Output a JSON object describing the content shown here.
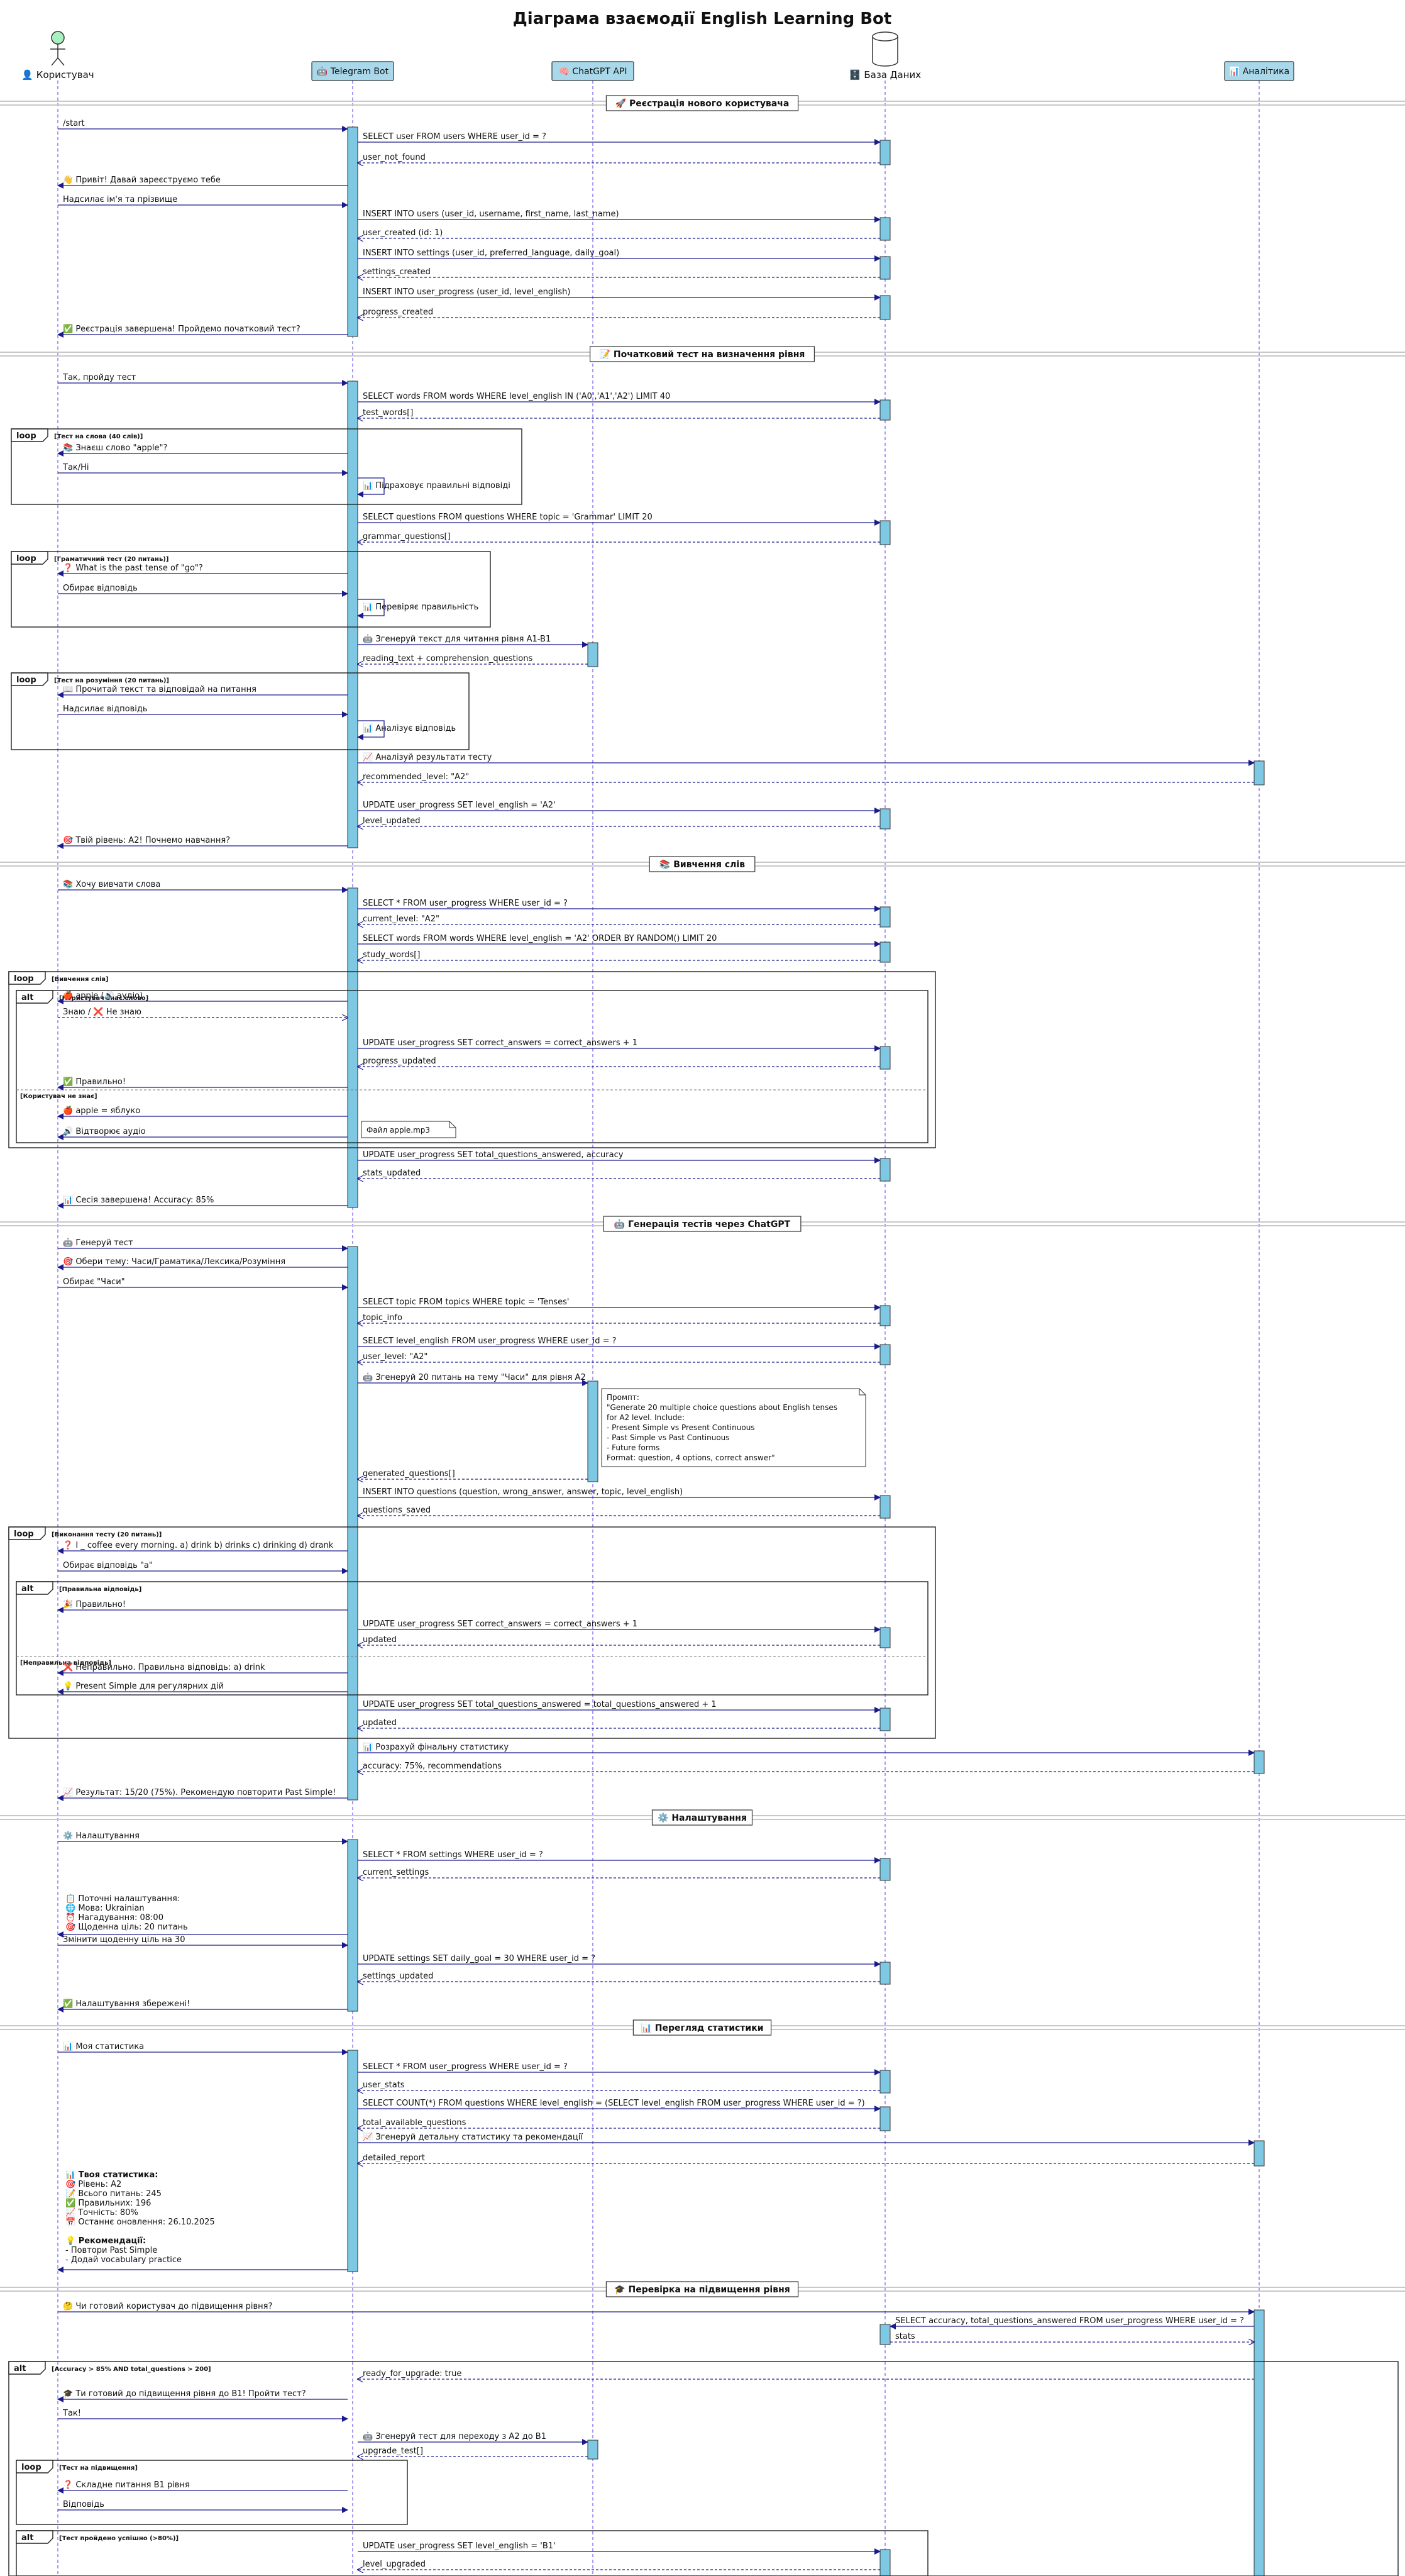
{
  "title": "Діаграма взаємодії English Learning Bot",
  "participants": [
    {
      "id": "user",
      "label": "Користувач",
      "icon": "👤",
      "kind": "actor"
    },
    {
      "id": "bot",
      "label": "Telegram Bot",
      "icon": "🤖",
      "kind": "box"
    },
    {
      "id": "gpt",
      "label": "ChatGPT API",
      "icon": "🧠",
      "kind": "box"
    },
    {
      "id": "db",
      "label": "База Даних",
      "icon": "🗄️",
      "kind": "database"
    },
    {
      "id": "an",
      "label": "Аналітика",
      "icon": "📊",
      "kind": "box"
    }
  ],
  "colors": {
    "arrow": "#1a1a8c",
    "lifeline": "#7b68ee",
    "activation": "#7ec8e3",
    "participant_fill": "#a8d8ea",
    "actor_fill": "#a8f0c0",
    "divider": "#c8c8c8"
  },
  "sections": [
    "🚀 Реєстрація нового користувача",
    "📝 Початковий тест на визначення рівня",
    "📚 Вивчення слів",
    "🤖 Генерація тестів через ChatGPT",
    "⚙️ Налаштування",
    "📊 Перегляд статистики",
    "🎓 Перевірка на підвищення рівня"
  ],
  "messages": [
    "/start",
    "SELECT user FROM users WHERE user_id = ?",
    "user_not_found",
    "👋 Привіт! Давай зареєструємо тебе",
    "Надсилає ім'я та прізвище",
    "INSERT INTO users (user_id, username, first_name, last_name)",
    "user_created (id: 1)",
    "INSERT INTO settings (user_id, preferred_language, daily_goal)",
    "settings_created",
    "INSERT INTO user_progress (user_id, level_english)",
    "progress_created",
    "✅ Реєстрація завершена! Пройдемо початковий тест?",
    "Так, пройду тест",
    "SELECT words FROM words WHERE level_english IN ('A0','A1','A2') LIMIT 40",
    "test_words[]",
    "📚 Знаєш слово \"apple\"?",
    "Так/Ні",
    "📊 Підраховує правильні відповіді",
    "SELECT questions FROM questions WHERE topic = 'Grammar' LIMIT 20",
    "grammar_questions[]",
    "❓ What is the past tense of \"go\"?",
    "Обирає відповідь",
    "📊 Перевіряє правильність",
    "🤖 Згенеруй текст для читання рівня A1-B1",
    "reading_text + comprehension_questions",
    "📖 Прочитай текст та відповідай на питання",
    "Надсилає відповідь",
    "📊 Аналізує відповідь",
    "📈 Аналізуй результати тесту",
    "recommended_level: \"A2\"",
    "UPDATE user_progress SET level_english = 'A2'",
    "level_updated",
    "🎯 Твій рівень: A2! Почнемо навчання?",
    "📚 Хочу вивчати слова",
    "SELECT * FROM user_progress WHERE user_id = ?",
    "current_level: \"A2\"",
    "SELECT words FROM words WHERE level_english = 'A2' ORDER BY RANDOM() LIMIT 20",
    "study_words[]",
    "🍎 apple (🔊 аудіо)",
    "Знаю / ❌ Не знаю",
    "UPDATE user_progress SET correct_answers = correct_answers + 1",
    "progress_updated",
    "✅ Правильно!",
    "🍎 apple = яблуко",
    "🔊 Відтворює аудіо",
    "UPDATE user_progress SET total_questions_answered, accuracy",
    "stats_updated",
    "📊 Сесія завершена! Accuracy: 85%",
    "🤖 Генеруй тест",
    "🎯 Обери тему: Часи/Граматика/Лексика/Розуміння",
    "Обирає \"Часи\"",
    "SELECT topic FROM topics WHERE topic = 'Tenses'",
    "topic_info",
    "SELECT level_english FROM user_progress WHERE user_id = ?",
    "user_level: \"A2\"",
    "🤖 Згенеруй 20 питань на тему \"Часи\" для рівня A2",
    "generated_questions[]",
    "INSERT INTO questions (question, wrong_answer, answer, topic, level_english)",
    "questions_saved",
    "❓ I _ coffee every morning. a) drink b) drinks c) drinking d) drank",
    "Обирає відповідь \"a\"",
    "🎉 Правильно!",
    "UPDATE user_progress SET correct_answers = correct_answers + 1",
    "updated",
    "❌ Неправильно. Правильна відповідь: a) drink",
    "💡 Present Simple для регулярних дій",
    "UPDATE user_progress SET total_questions_answered = total_questions_answered + 1",
    "updated",
    "📊 Розрахуй фінальну статистику",
    "accuracy: 75%, recommendations",
    "📈 Результат: 15/20 (75%). Рекомендую повторити Past Simple!",
    "⚙️ Налаштування",
    "SELECT * FROM settings WHERE user_id = ?",
    "current_settings",
    "Змінити щоденну ціль на 30",
    "UPDATE settings SET daily_goal = 30 WHERE user_id = ?",
    "settings_updated",
    "✅ Налаштування збережені!",
    "📊 Моя статистика",
    "SELECT * FROM user_progress WHERE user_id = ?",
    "user_stats",
    "SELECT COUNT(*) FROM questions WHERE level_english = (SELECT level_english FROM user_progress WHERE user_id = ?)",
    "total_available_questions",
    "📈 Згенеруй детальну статистику та рекомендації",
    "detailed_report",
    "🤔 Чи готовий користувач до підвищення рівня?",
    "SELECT accuracy, total_questions_answered FROM user_progress WHERE user_id = ?",
    "stats",
    "ready_for_upgrade: true",
    "🎓 Ти готовий до підвищення рівня до B1! Пройти тест?",
    "Так!",
    "🤖 Згенеруй тест для переходу з A2 до B1",
    "upgrade_test[]",
    "❓ Складне питання B1 рівня",
    "Відповідь",
    "UPDATE user_progress SET level_english = 'B1'",
    "level_upgraded"
  ],
  "fragments": [
    "[Тест на слова (40 слів)]",
    "[Граматичний тест (20 питань)]",
    "[Тест на розуміння (20 питань)]",
    "[Вивчення слів]",
    "[Користувач знає слово]",
    "[Користувач не знає]",
    "[Виконання тесту (20 питань)]",
    "[Правильна відповідь]",
    "[Неправильна відповідь]",
    "[Accuracy > 85% AND total_questions > 200]",
    "[Тест на підвищення]",
    "[Тест пройдено успішно (>80%)]"
  ],
  "notes": {
    "audio_file": "Файл apple.mp3",
    "prompt": [
      "Промпт:",
      "\"Generate 20 multiple choice questions about English tenses",
      "for A2 level. Include:",
      "- Present Simple vs Present Continuous",
      "- Past Simple vs Past Continuous",
      "- Future forms",
      "Format: question, 4 options, correct answer\""
    ],
    "settings_info": [
      "📋 Поточні налаштування:",
      "🌐 Мова: Ukrainian",
      "⏰ Нагадування: 08:00",
      "🎯 Щоденна ціль: 20 питань"
    ],
    "stats_info": [
      "📊 Твоя статистика:",
      "🎯 Рівень: A2",
      "📝 Всього питань: 245",
      "✅ Правильних: 196",
      "📈 Точність: 80%",
      "📅 Останнє оновлення: 26.10.2025",
      "",
      "💡 Рекомендації:",
      "- Повтори Past Simple",
      "- Додай vocabulary practice"
    ]
  }
}
